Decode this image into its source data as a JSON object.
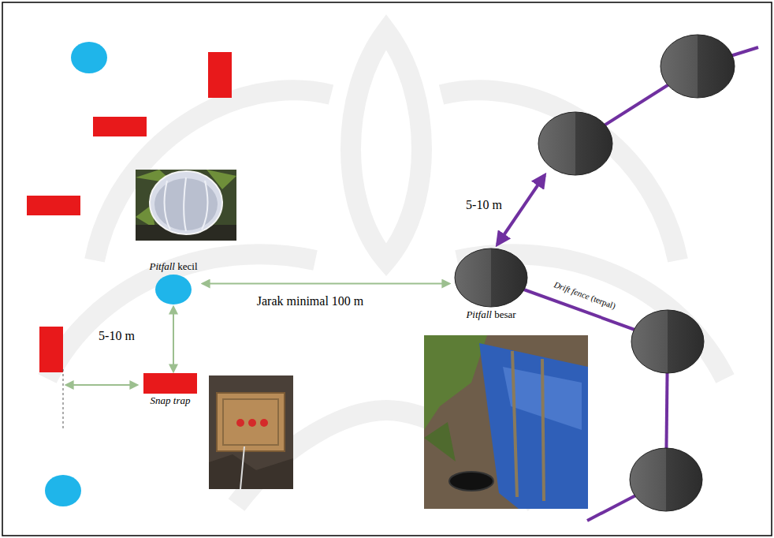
{
  "diagram": {
    "nodes": [
      {
        "text": [
          "Pitfall kecil"
        ]
      },
      {
        "text": [
          "Pitfall besar"
        ]
      },
      {
        "text": [
          "Snap trap"
        ]
      }
    ],
    "edges": [
      {
        "from": 0,
        "to": 1,
        "label": "Jarak minimal 100 m",
        "arrow": "both"
      },
      {
        "from": 0,
        "to": 2,
        "label": "5-10 m",
        "arrow": "both"
      }
    ],
    "labels": [
      "5-10 m",
      "Drift fence (terpal)"
    ]
  }
}
